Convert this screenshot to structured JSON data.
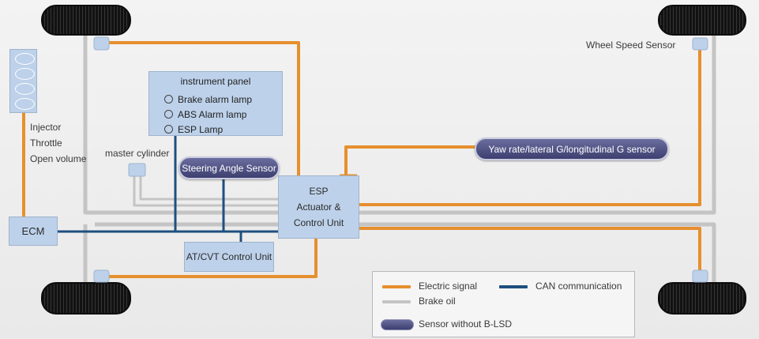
{
  "colors": {
    "electric": "#e68f2e",
    "can": "#1f4f7f",
    "brake": "#c4c4c4",
    "box_fill": "#bdd1ea",
    "pill_fill": "#4a4c7e",
    "tire": "#141414"
  },
  "labels": {
    "wheel_speed_sensor": "Wheel Speed Sensor",
    "injector": "Injector",
    "throttle": "Throttle",
    "open_volume": "Open volume",
    "ecm": "ECM",
    "master_cylinder": "master cylinder",
    "instrument_panel": {
      "title": "instrument panel",
      "lamps": [
        "Brake alarm lamp",
        "ABS Alarm lamp",
        "ESP Lamp"
      ]
    },
    "steering_angle_sensor": "Steering Angle Sensor",
    "esp": {
      "line1": "ESP",
      "line2": "Actuator &",
      "line3": "Control Unit"
    },
    "yaw_sensor": "Yaw rate/lateral G/longitudinal G sensor",
    "at_cvt": "AT/CVT Control Unit"
  },
  "legend": {
    "electric_signal": "Electric signal",
    "can_communication": "CAN communication",
    "brake_oil": "Brake oil",
    "sensor_without_blsd": "Sensor without B-LSD"
  }
}
